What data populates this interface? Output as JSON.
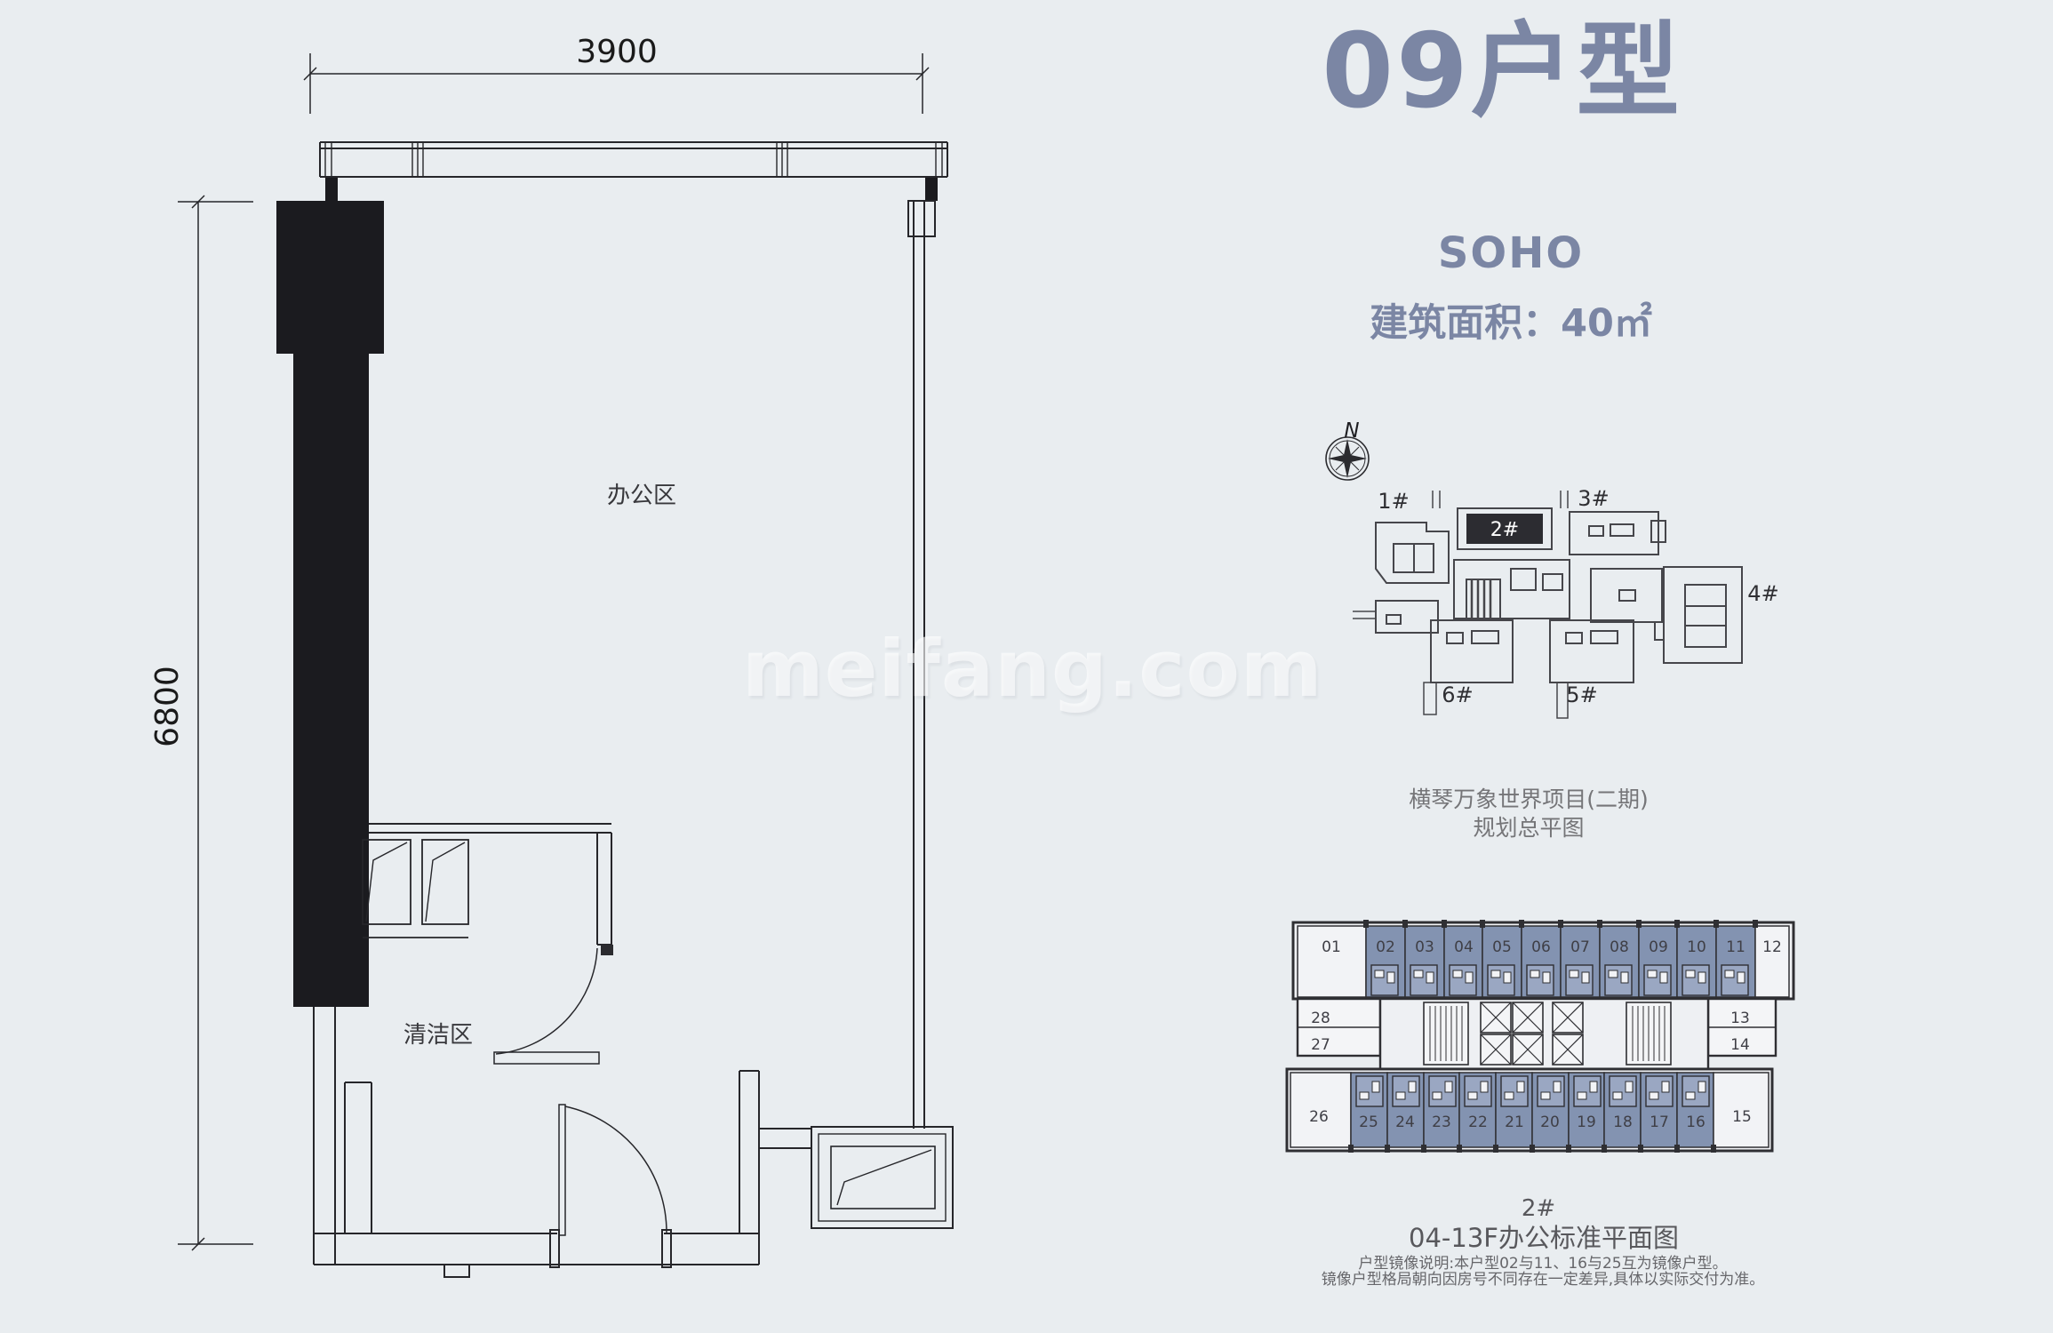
{
  "colors": {
    "background": "#e9edf0",
    "accent": "#7b86a4",
    "unit_highlight": "#8393b1",
    "line": "#26262a",
    "dark_fill": "#1b1b1f"
  },
  "watermark": {
    "text": "meifang.com"
  },
  "unit_info": {
    "title": "09户型",
    "subtitle": "SOHO",
    "area": "建筑面积：40㎡"
  },
  "floor_plan": {
    "dim_top": "3900",
    "dim_left": "6800",
    "office_label": "办公区",
    "cleaning_label": "清洁区"
  },
  "site_plan": {
    "north_label": "N",
    "caption_line1": "横琴万象世界项目(二期)",
    "caption_line2": "规划总平图",
    "buildings": {
      "b1": "1#",
      "b2": "2#",
      "b3": "3#",
      "b4": "4#",
      "b5": "5#",
      "b6": "6#"
    }
  },
  "floor_plate": {
    "top_row": [
      "01",
      "02",
      "03",
      "04",
      "05",
      "06",
      "07",
      "08",
      "09",
      "10",
      "11",
      "12"
    ],
    "left_stack": [
      "28",
      "27"
    ],
    "right_stack": [
      "13",
      "14"
    ],
    "bottom_row": [
      "26",
      "25",
      "24",
      "23",
      "22",
      "21",
      "20",
      "19",
      "18",
      "17",
      "16",
      "15"
    ],
    "caption_building": "2#",
    "caption_title": "04-13F办公标准平面图",
    "note_line1": "户型镜像说明:本户型02与11、16与25互为镜像户型。",
    "note_line2": "镜像户型格局朝向因房号不同存在一定差异,具体以实际交付为准。"
  }
}
